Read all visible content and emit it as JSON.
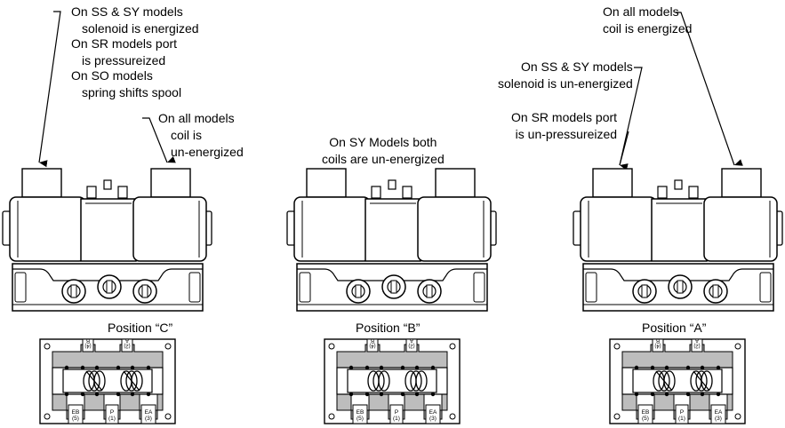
{
  "labels": {
    "left": {
      "ss_sy": [
        "On SS & SY models",
        "solenoid is energized"
      ],
      "sr": [
        "On SR models port",
        "is pressureized"
      ],
      "so": [
        "On SO models",
        "spring shifts spool"
      ],
      "coil": [
        "On all models",
        "coil is",
        "un-energized"
      ]
    },
    "middle": {
      "sy": [
        "On SY Models both",
        "coils are un-energized"
      ]
    },
    "right": {
      "coil": [
        "On all models",
        "coil is energized"
      ],
      "ss_sy": [
        "On SS & SY models",
        "solenoid is un-energized"
      ],
      "sr": [
        "On SR models port",
        "is un-pressureized"
      ]
    }
  },
  "positions": [
    {
      "caption": "Position “C”",
      "spring_state": "left-compressed"
    },
    {
      "caption": "Position “B”",
      "spring_state": "neutral"
    },
    {
      "caption": "Position “A”",
      "spring_state": "right-compressed"
    }
  ],
  "ports": {
    "top": [
      {
        "name": "B",
        "num": "(4)"
      },
      {
        "name": "A",
        "num": "(2)"
      }
    ],
    "bottom": [
      {
        "name": "EB",
        "num": "(5)"
      },
      {
        "name": "P",
        "num": "(1)"
      },
      {
        "name": "EA",
        "num": "(3)"
      }
    ]
  }
}
